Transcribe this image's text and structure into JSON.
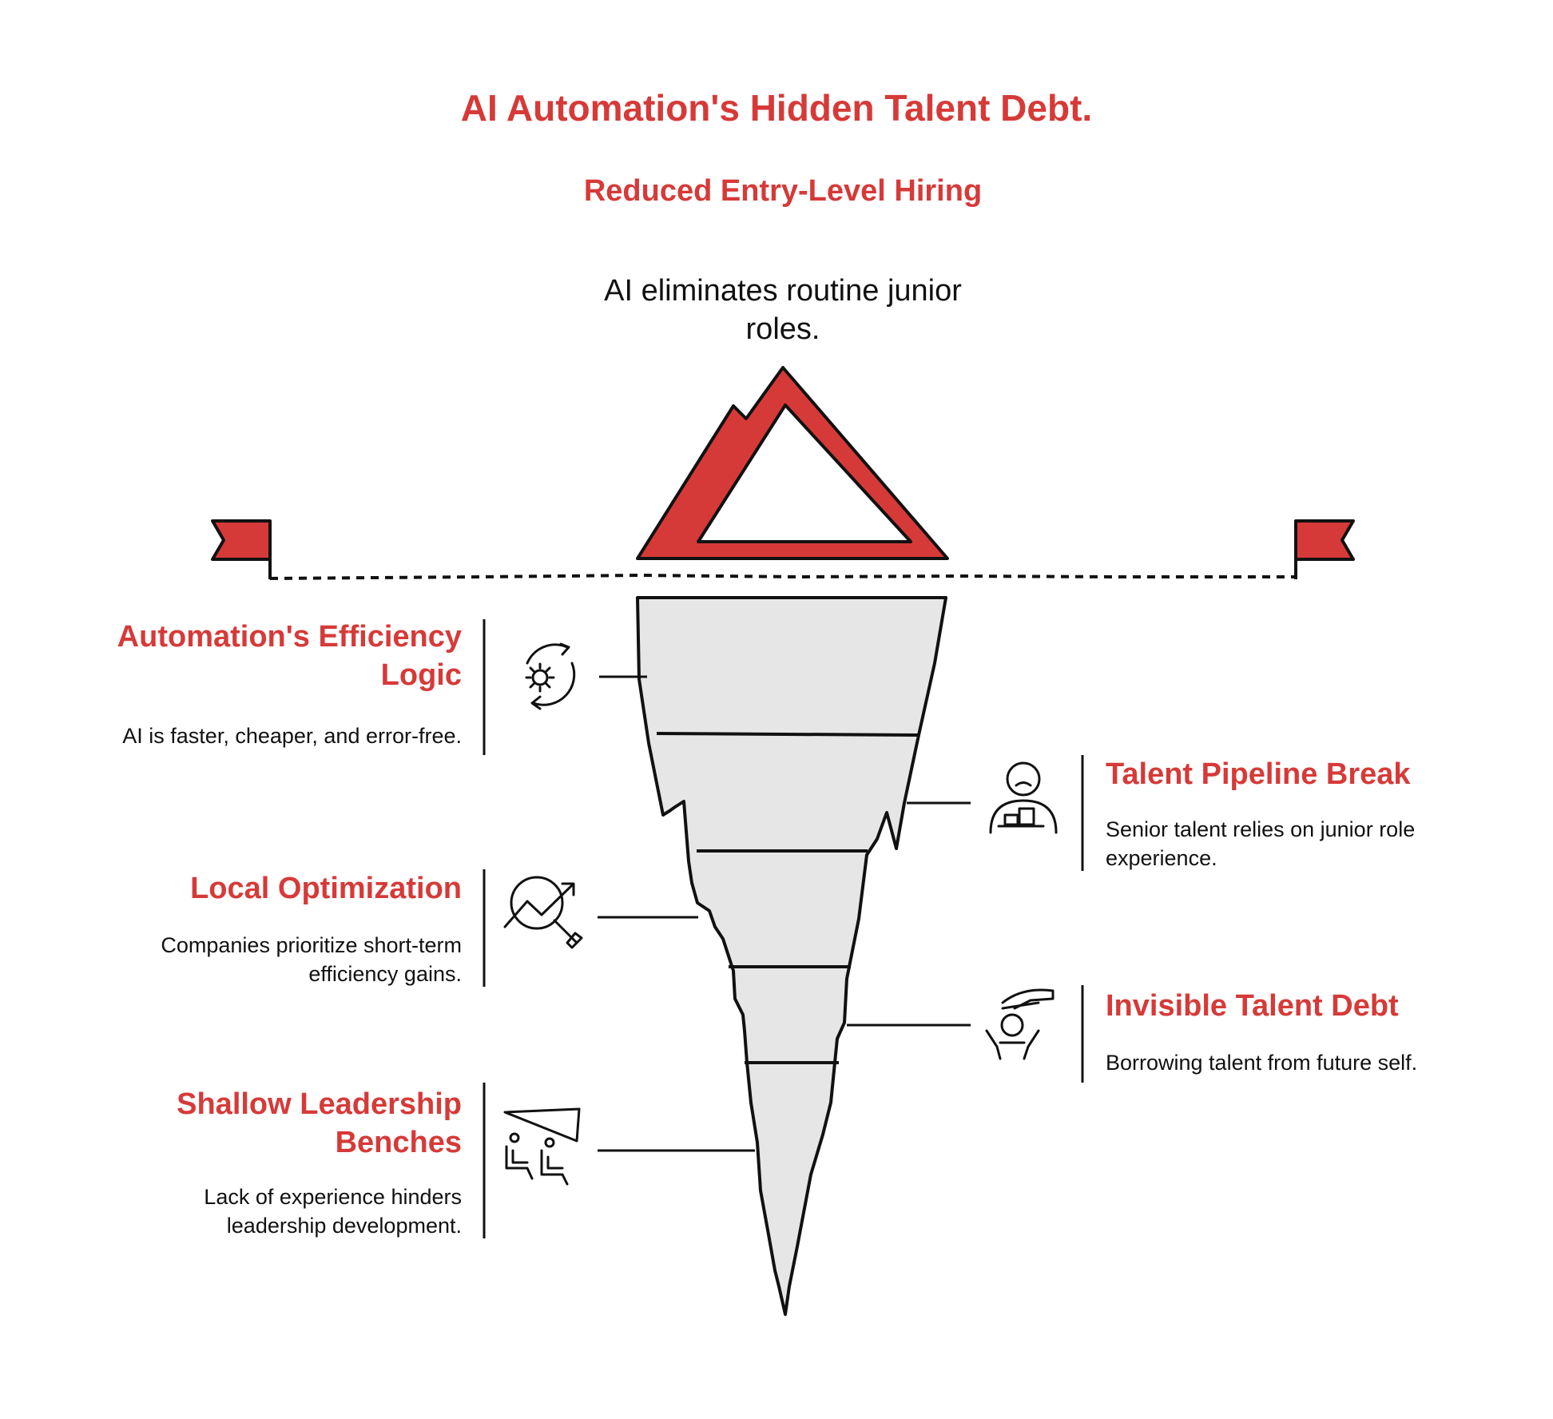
{
  "title": "AI Automation's Hidden Talent Debt.",
  "colors": {
    "accent": "#d63a38",
    "ice": "#e6e6e6",
    "ink": "#111111"
  },
  "top": {
    "heading": "Reduced Entry-Level Hiring",
    "description": "AI eliminates routine junior roles."
  },
  "left_items": [
    {
      "heading": "Automation's Efficiency Logic",
      "description": "AI is faster, cheaper, and error-free.",
      "icon": "gear-cycle-icon"
    },
    {
      "heading": "Local Optimization",
      "description": "Companies prioritize short-term efficiency gains.",
      "icon": "trend-magnifier-icon"
    },
    {
      "heading": "Shallow Leadership Benches",
      "description": "Lack of experience hinders leadership development.",
      "icon": "bench-people-icon"
    }
  ],
  "right_items": [
    {
      "heading": "Talent Pipeline Break",
      "description": "Senior talent relies on junior role experience.",
      "icon": "worker-desk-icon"
    },
    {
      "heading": "Invisible Talent Debt",
      "description": "Borrowing talent from future self.",
      "icon": "hand-person-icon"
    }
  ]
}
